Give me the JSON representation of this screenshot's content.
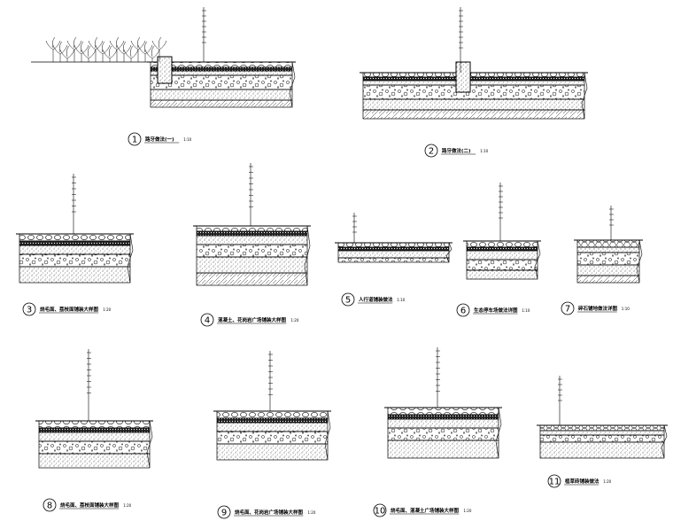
{
  "details": [
    {
      "number": "1",
      "title": "路牙做法(一)",
      "scale": "1:10",
      "subtitle": "",
      "layers": [
        "",
        "",
        "",
        "",
        "",
        "",
        ""
      ]
    },
    {
      "number": "2",
      "title": "路牙做法(二)",
      "scale": "1:10",
      "subtitle": "",
      "layers": [
        "",
        "",
        "",
        "",
        "",
        "",
        "",
        ""
      ]
    },
    {
      "number": "3",
      "title": "烧毛面、荔枝面铺装大样图",
      "scale": "1:20",
      "subtitle": "",
      "layers": [
        "",
        "",
        "",
        "",
        "",
        "",
        ""
      ]
    },
    {
      "number": "4",
      "title": "混凝土、花岗岩广场铺装大样图",
      "scale": "1:20",
      "subtitle": "",
      "layers": [
        "",
        "",
        "",
        "",
        "",
        "",
        "",
        ""
      ]
    },
    {
      "number": "5",
      "title": "人行道铺装做法",
      "scale": "1:10",
      "subtitle": "",
      "layers": [
        "",
        "",
        "",
        ""
      ]
    },
    {
      "number": "6",
      "title": "生态停车场做法详图",
      "scale": "1:10",
      "subtitle": "",
      "layers": [
        "",
        "",
        "",
        "",
        "",
        "",
        ""
      ]
    },
    {
      "number": "7",
      "title": "碎石铺地做法详图",
      "scale": "1:10",
      "subtitle": "",
      "layers": [
        "",
        "",
        "",
        ""
      ]
    },
    {
      "number": "8",
      "title": "烧毛面、荔枝面铺装大样图",
      "scale": "1:20",
      "subtitle": "",
      "layers": [
        "",
        "",
        "",
        "",
        "",
        "",
        "",
        ""
      ]
    },
    {
      "number": "9",
      "title": "烧毛面、花岗岩广场铺装大样图",
      "scale": "1:20",
      "subtitle": "",
      "layers": [
        "",
        "",
        "",
        "",
        "",
        "",
        "",
        ""
      ]
    },
    {
      "number": "10",
      "title": "烧毛面、混凝土广场铺装大样图",
      "scale": "1:20",
      "subtitle": "",
      "layers": [
        "",
        "",
        "",
        "",
        "",
        "",
        "",
        ""
      ]
    },
    {
      "number": "11",
      "title": "植草砖铺装做法",
      "scale": "1:20",
      "subtitle": "",
      "layers": [
        "",
        "",
        "",
        "",
        ""
      ]
    }
  ]
}
